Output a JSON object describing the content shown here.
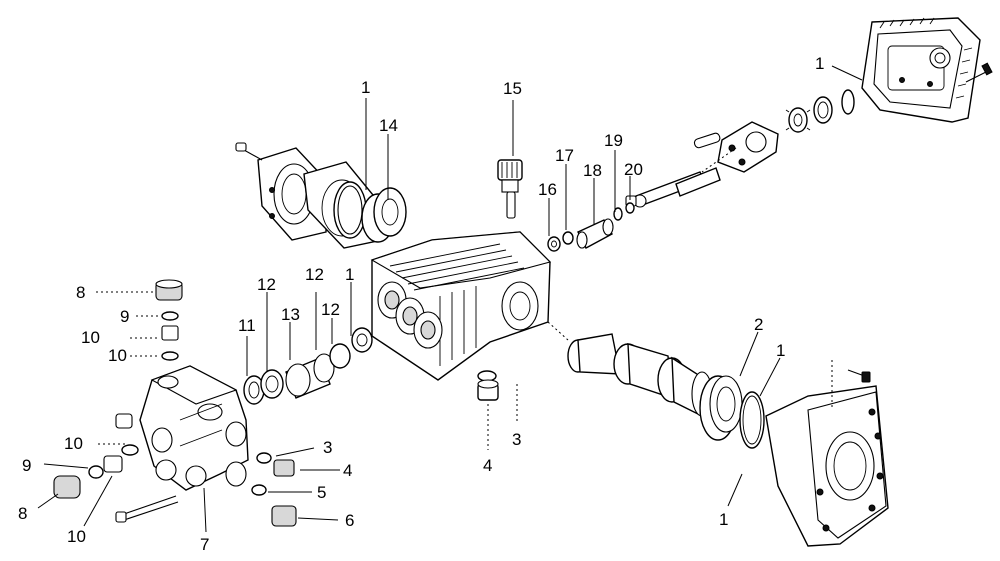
{
  "callouts": [
    {
      "id": "c-1-top-right",
      "text": "1"
    },
    {
      "id": "c-1-top",
      "text": "1"
    },
    {
      "id": "c-14",
      "text": "14"
    },
    {
      "id": "c-15",
      "text": "15"
    },
    {
      "id": "c-17",
      "text": "17"
    },
    {
      "id": "c-19",
      "text": "19"
    },
    {
      "id": "c-18",
      "text": "18"
    },
    {
      "id": "c-16",
      "text": "16"
    },
    {
      "id": "c-20",
      "text": "20"
    },
    {
      "id": "c-8-top",
      "text": "8"
    },
    {
      "id": "c-9-top",
      "text": "9"
    },
    {
      "id": "c-10-a",
      "text": "10"
    },
    {
      "id": "c-10-b",
      "text": "10"
    },
    {
      "id": "c-12-a",
      "text": "12"
    },
    {
      "id": "c-12-b",
      "text": "12"
    },
    {
      "id": "c-1-mid",
      "text": "1"
    },
    {
      "id": "c-11",
      "text": "11"
    },
    {
      "id": "c-13",
      "text": "13"
    },
    {
      "id": "c-12-c",
      "text": "12"
    },
    {
      "id": "c-2",
      "text": "2"
    },
    {
      "id": "c-1-right",
      "text": "1"
    },
    {
      "id": "c-3-mid",
      "text": "3"
    },
    {
      "id": "c-4-mid",
      "text": "4"
    },
    {
      "id": "c-10-c",
      "text": "10"
    },
    {
      "id": "c-3-low",
      "text": "3"
    },
    {
      "id": "c-9-low",
      "text": "9"
    },
    {
      "id": "c-4-low",
      "text": "4"
    },
    {
      "id": "c-5",
      "text": "5"
    },
    {
      "id": "c-8-low",
      "text": "8"
    },
    {
      "id": "c-6",
      "text": "6"
    },
    {
      "id": "c-10-d",
      "text": "10"
    },
    {
      "id": "c-7",
      "text": "7"
    },
    {
      "id": "c-1-bottom",
      "text": "1"
    }
  ]
}
